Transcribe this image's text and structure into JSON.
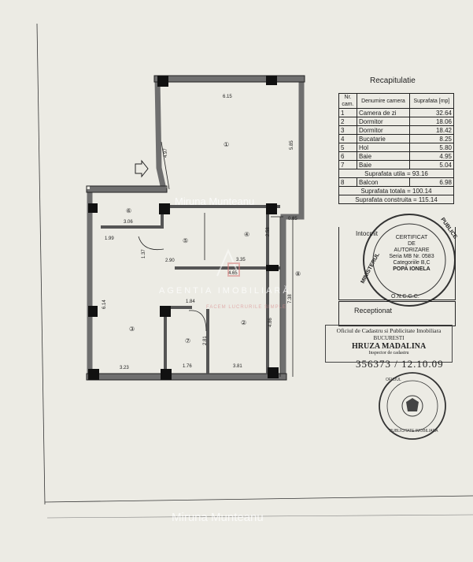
{
  "watermarks": {
    "top": "Miruna Munteanu",
    "center_main": "AGENTIA IMOBILIARĂ",
    "center_sub": "FACEM LUCRURILE SIMPLE",
    "bottom": "Miruna Munteanu"
  },
  "plan": {
    "dims": [
      "6.15",
      "4.97",
      "5.85",
      "3.06",
      "1.99",
      "1.37",
      "2.90",
      "3.35",
      "2.58",
      "4.65",
      "0.85",
      "6.14",
      "1.84",
      "2.81",
      "4.86",
      "3.23",
      "1.76",
      "3.81",
      "7.38"
    ],
    "rooms": [
      "①",
      "②",
      "③",
      "④",
      "⑤",
      "⑥",
      "⑦",
      "⑧"
    ]
  },
  "recap": {
    "title": "Recapitulatie",
    "headers": [
      "Nr. cam.",
      "Denumire camera",
      "Suprafata [mp]"
    ],
    "rows": [
      {
        "nr": "1",
        "name": "Camera de zi",
        "area": "32.64"
      },
      {
        "nr": "2",
        "name": "Dormitor",
        "area": "18.06"
      },
      {
        "nr": "3",
        "name": "Dormitor",
        "area": "18.42"
      },
      {
        "nr": "4",
        "name": "Bucatarie",
        "area": "8.25"
      },
      {
        "nr": "5",
        "name": "Hol",
        "area": "5.80"
      },
      {
        "nr": "6",
        "name": "Baie",
        "area": "4.95"
      },
      {
        "nr": "7",
        "name": "Baie",
        "area": "5.04"
      }
    ],
    "useful": "Suprafata utila = 93.16",
    "balcony": {
      "nr": "8",
      "name": "Balcon",
      "area": "6.98"
    },
    "total": "Suprafata totala = 100.14",
    "built": "Suprafata construita = 115.14"
  },
  "certificate": {
    "label": "Intocmit",
    "lines": [
      "CERTIFICAT",
      "DE",
      "AUTORIZARE",
      "Seria MB Nr. 0583",
      "Categoriile B,C",
      "POPA IONELA"
    ],
    "footer": "O.N.C.G.C."
  },
  "received": {
    "label": "Receptionat",
    "office": "Oficiul de Cadastru si Publicitate Imobiliara",
    "city": "BUCURESTI",
    "name": "HRUZA MADALINA",
    "role": "Inspector de cadastru",
    "handwritten": "356373 / 12.10.09"
  }
}
